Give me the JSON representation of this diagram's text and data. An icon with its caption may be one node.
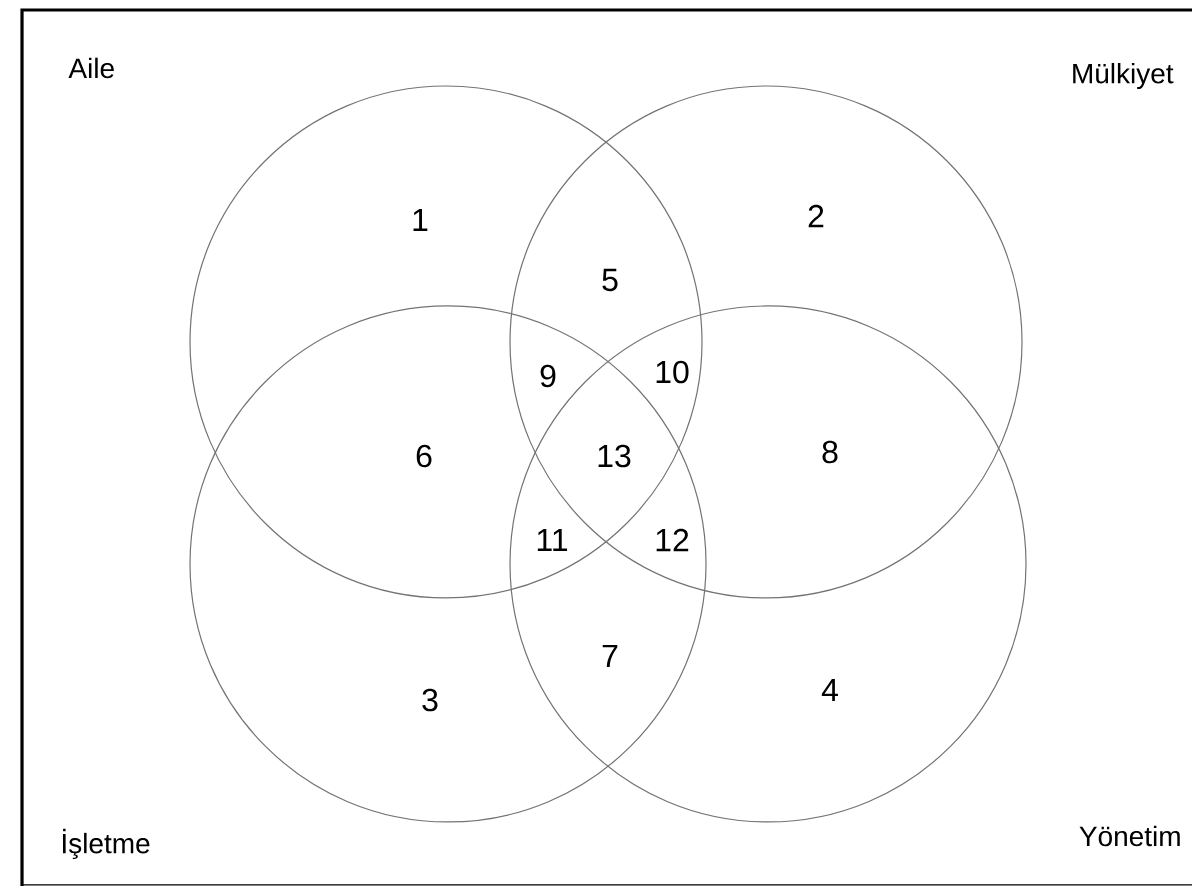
{
  "diagram": {
    "nodes": [
      {
        "text": [
          "Aile"
        ]
      },
      {
        "text": [
          "Mülkiyet"
        ]
      },
      {
        "text": [
          "İşletme"
        ]
      },
      {
        "text": [
          "Yönetim"
        ]
      }
    ],
    "labels": [
      "1",
      "2",
      "5",
      "9",
      "10",
      "6",
      "13",
      "8",
      "11",
      "12",
      "7",
      "3",
      "4"
    ]
  }
}
